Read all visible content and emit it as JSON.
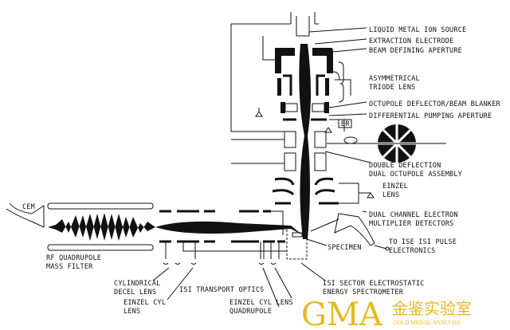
{
  "labels": {
    "liquid_metal_ion_source": "LIQUID METAL ION SOURCE",
    "extraction_electrode": "EXTRACTION ELECTRODE",
    "beam_defining_aperture": "BEAM DEFINING APERTURE",
    "asymmetrical": "ASYMMETRICAL",
    "triode_lens": "TRIODE LENS",
    "octupole_deflector": "OCTUPOLE DEFLECTOR/BEAM BLANKER",
    "differential_pumping": "DIFFERENTIAL PUMPING APERTURE",
    "br": "BR",
    "double_deflection": "DOUBLE DEFLECTION",
    "dual_octupole": "DUAL OCTUPOLE ASSEMBLY",
    "einzel": "EINZEL",
    "lens": "LENS",
    "dual_channel": "DUAL CHANNEL ELECTRON",
    "multiplier": "MULTIPLIER DETECTORS",
    "to_ise": "TO ISE ISI PULSE",
    "electronics": "ELECTRONICS",
    "specimen": "SPECIMEN",
    "cem": "CEM",
    "rf_quadrupole": "RF QUADRUPOLE",
    "mass_filter": "MASS FILTER",
    "cylindrical": "CYLINDRICAL",
    "decel_lens": "DECEL LENS",
    "einzel_cyl": "EINZEL CYL",
    "lens2": "LENS",
    "isi_transport": "ISI TRANSPORT OPTICS",
    "isi_sector": "ISI SECTOR ELECTROSTATIC",
    "energy_spectrometer": "ENERGY SPECTROMETER",
    "einzel_cyl_lens": "EINZEL CYL LENS",
    "quadrupole": "QUADRUPOLE"
  },
  "watermark": {
    "brand": "GMA",
    "chinese": "金鉴实验室",
    "english": "GOLD MEDAL ANALYSIS",
    "color": "#e8b820"
  }
}
